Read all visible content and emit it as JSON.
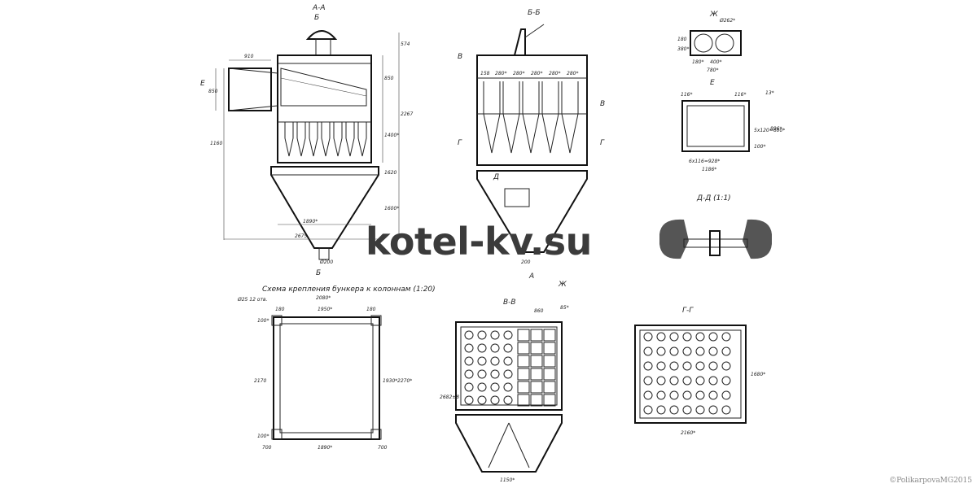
{
  "watermark": "kotel-kv.su",
  "copyright": "©PolikarpovaMG2015",
  "views": {
    "section_aa": {
      "caption": "А-А",
      "mark_b_top": "Б",
      "mark_b_bottom": "Б",
      "mark_e": "Е",
      "dims": [
        "910",
        "574",
        "850",
        "2267",
        "1160",
        "850",
        "1400*",
        "1620",
        "1890*",
        "2675",
        "1600*",
        "Ø200"
      ]
    },
    "section_bb": {
      "caption": "Б-Б",
      "mark_v1": "В",
      "mark_v2": "В",
      "mark_g1": "Г",
      "mark_g2": "Г",
      "mark_d": "Д",
      "mark_a": "А",
      "mark_zh": "Ж",
      "dims": [
        "158",
        "280*",
        "280*",
        "280*",
        "280*",
        "280*",
        "200"
      ]
    },
    "view_zh": {
      "caption": "Ж",
      "dims": [
        "Ø262*",
        "180",
        "180*",
        "400*",
        "780*",
        "380*"
      ]
    },
    "view_e": {
      "caption": "Е",
      "dims": [
        "116*",
        "116*",
        "13*",
        "6x116=928*",
        "1186*",
        "896*",
        "5x120=600*",
        "100*"
      ]
    },
    "section_dd": {
      "caption": "Д-Д (1:1)"
    },
    "bunker_scheme": {
      "caption": "Схема крепления бункера к колоннам (1:20)",
      "note": "Ø25  12 отв.",
      "dims": [
        "2080*",
        "180",
        "1950*",
        "180",
        "100*",
        "2170",
        "1930*",
        "2270*",
        "100*",
        "1890*",
        "700",
        "700"
      ]
    },
    "section_vv": {
      "caption": "В-В",
      "dims": [
        "860",
        "85*",
        "2682±8",
        "1150*"
      ]
    },
    "section_gg": {
      "caption": "Г-Г",
      "dims": [
        "1680*",
        "2160*"
      ]
    }
  }
}
